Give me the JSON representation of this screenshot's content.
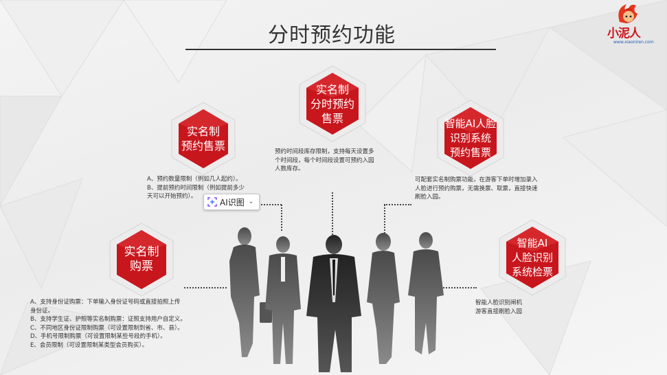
{
  "slide": {
    "title": "分时预约功能"
  },
  "logo": {
    "name": "小泥人",
    "url": "www.xiaoniren.com"
  },
  "features": [
    {
      "id": "realname-booking",
      "label_lines": [
        "实名制",
        "预约售票"
      ]
    },
    {
      "id": "timeslot-sale",
      "label_lines": [
        "实名制",
        "分时预约",
        "售票"
      ]
    },
    {
      "id": "face-booking",
      "label_lines": [
        "智能AI人脸",
        "识别系统",
        "预约售票"
      ]
    },
    {
      "id": "realname-ticket",
      "label_lines": [
        "实名制",
        "购票"
      ]
    },
    {
      "id": "face-check",
      "label_lines": [
        "智能AI",
        "人脸识别",
        "系统检票"
      ]
    }
  ],
  "descriptions": {
    "realname_booking": [
      "A、预约数量限制（例如几人起约）。",
      "B、提前预约时间限制（例如提前多少",
      "天可以开始预约）。"
    ],
    "timeslot_sale": [
      "预约时间段库存限制，支持每天设置多",
      "个时间段，每个时间段设置可预约入园",
      "人数库存。"
    ],
    "face_booking": [
      "可配套实名制购票功能，在游客下单时增加录入",
      "人脸进行预约购票，无需换票、取票，直接快速",
      "刷脸入园。"
    ],
    "realname_ticket": [
      "A、支持身份证购票：下单输入身份证号码或直接拍照上传",
      "身份证。",
      "B、支持学生证、护照等实名制购票：证照支持用户自定义。",
      "C、不同地区身份证限制购票（可设置限制到省、市、县）。",
      "D、手机号限制购票（可设置限制某些号段的手机）。",
      "E、会员限制（可设置限制某类型会员购买）。"
    ],
    "face_check": [
      "智能人脸识别闸机",
      "游客直接刷脸入园"
    ]
  },
  "ai_tool": {
    "label": "AI识图",
    "icon": "ai-scan-icon",
    "chevron": "chevron-down-icon"
  },
  "colors": {
    "hex_red": "#c8161d",
    "hex_ring": "#e9e9e9",
    "text_dark": "#333333",
    "logo_red": "#d0141b"
  }
}
